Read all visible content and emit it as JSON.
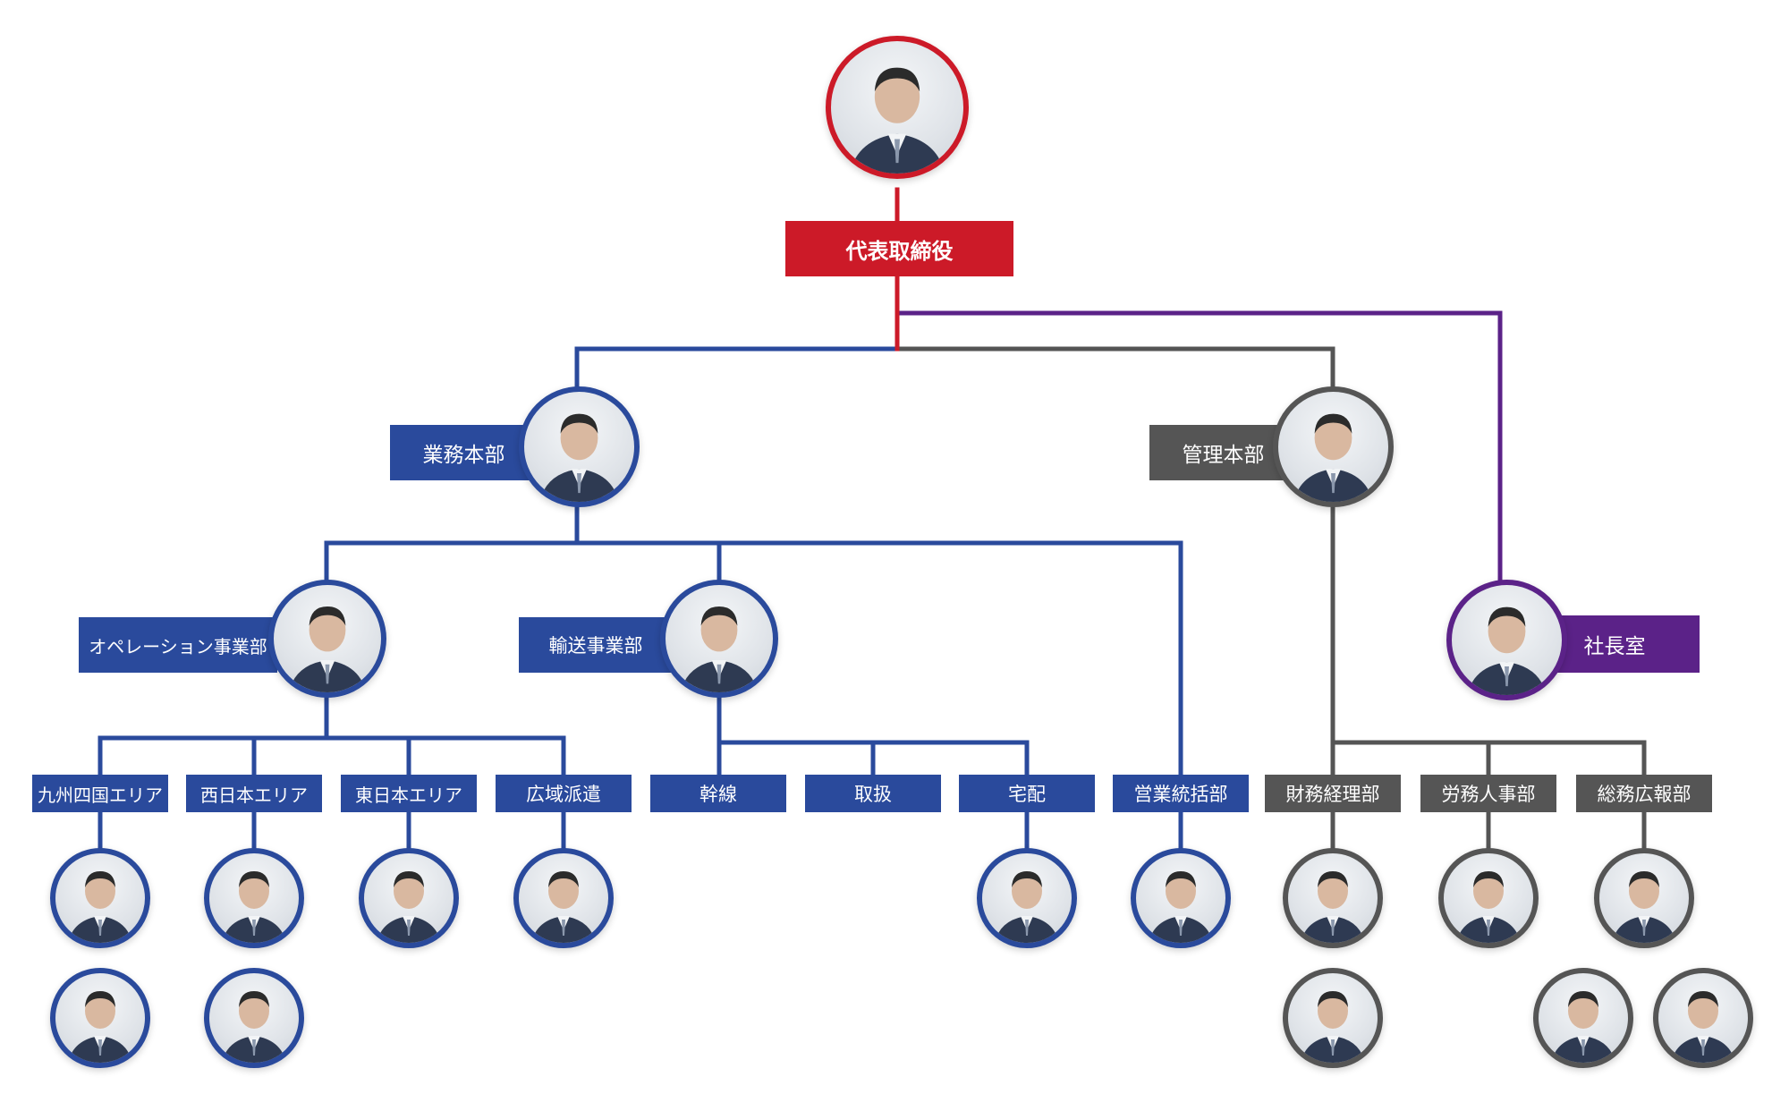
{
  "colors": {
    "ceo": "#cc1a28",
    "operations": "#2a4a9c",
    "administration": "#555555",
    "president_office": "#5b2288"
  },
  "icons": {
    "person": "person-silhouette-icon"
  },
  "org": {
    "ceo": "代表取締役",
    "operations_hq": "業務本部",
    "administration_hq": "管理本部",
    "president_office": "社長室",
    "operation_division": "オペレーション事業部",
    "transport_division": "輸送事業部",
    "kyushu_shikoku_area": "九州四国エリア",
    "west_japan_area": "西日本エリア",
    "east_japan_area": "東日本エリア",
    "wide_area_dispatch": "広域派遣",
    "trunk_line": "幹線",
    "handling": "取扱",
    "home_delivery": "宅配",
    "sales_management": "営業統括部",
    "finance_accounting": "財務経理部",
    "labor_hr": "労務人事部",
    "general_pr": "総務広報部"
  }
}
